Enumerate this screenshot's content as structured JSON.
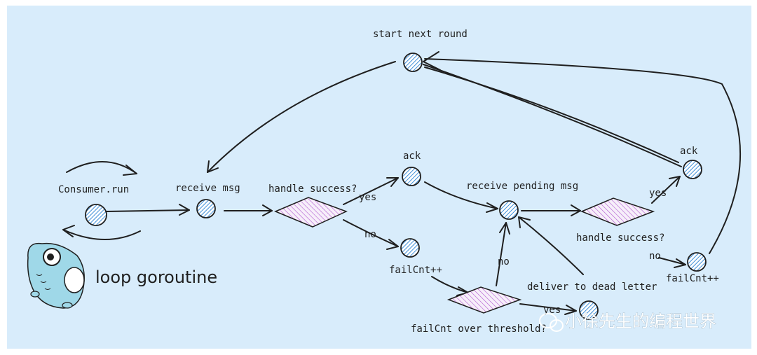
{
  "diagram": {
    "title_note": "loop goroutine",
    "watermark": "小徐先生的编程世界",
    "labels": {
      "start_next_round": "start next round",
      "consumer_run": "Consumer.run",
      "receive_msg": "receive msg",
      "handle_success_1": "handle success?",
      "ack_1": "ack",
      "fail_cnt_1": "failCnt++",
      "receive_pending_msg": "receive pending msg",
      "ack_2": "ack",
      "handle_success_2": "handle success?",
      "fail_cnt_2": "failCnt++",
      "fail_cnt_over_threshold": "failCnt over threshold?",
      "deliver_to_dead_letter": "deliver to dead letter"
    },
    "edge_labels": {
      "yes_1": "yes",
      "no_1": "no",
      "yes_2": "yes",
      "no_2": "no",
      "no_3": "no",
      "yes_3": "yes"
    },
    "colors": {
      "background": "#d8ecfb",
      "node_hatch": "#3f8fd8",
      "decision_hatch": "#b05ad0",
      "stroke": "#1f1f1f"
    }
  }
}
